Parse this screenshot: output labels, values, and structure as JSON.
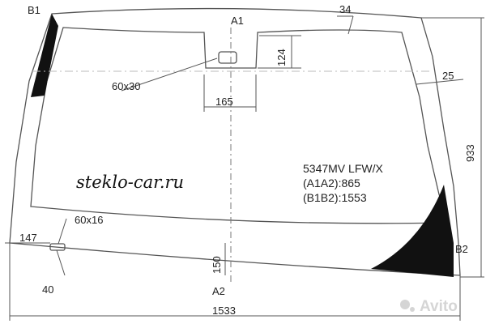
{
  "points": {
    "b1": "B1",
    "a1": "A1",
    "b2": "B2",
    "a2": "A2"
  },
  "dimensions": {
    "top_edge": "34",
    "sensor_height": "124",
    "sensor_box": "60x30",
    "sensor_width": "165",
    "side_edge": "25",
    "height": "933",
    "bottom_label": "60x16",
    "left_offset": "147",
    "bottom_mid": "150",
    "corner_offset": "40",
    "width": "1533"
  },
  "product": {
    "code": "5347MV LFW/X",
    "a1a2": "(A1A2):865",
    "b1b2": "(B1B2):1553"
  },
  "watermark": "steklo-car.ru",
  "brand": "Avito",
  "colors": {
    "line": "#555555",
    "fill": "#111111",
    "text": "#222222"
  }
}
